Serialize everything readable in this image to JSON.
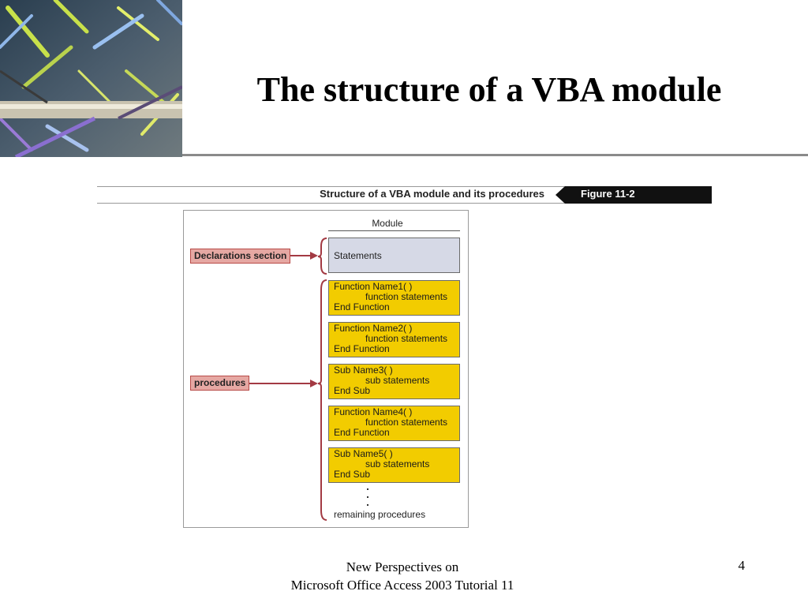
{
  "slide": {
    "title": "The structure of a VBA module",
    "page_number": "4"
  },
  "footer": {
    "line1": "New Perspectives on",
    "line2": "Microsoft Office Access 2003 Tutorial 11"
  },
  "figure": {
    "caption": "Structure of a VBA module and its procedures",
    "number": "Figure 11-2"
  },
  "diagram": {
    "module_heading": "Module",
    "statements": "Statements",
    "callouts": {
      "declarations": "Declarations section",
      "procedures": "procedures"
    },
    "procedures": [
      {
        "header": "Function Name1( )",
        "body": "function statements",
        "footer": "End Function"
      },
      {
        "header": "Function Name2( )",
        "body": "function statements",
        "footer": "End Function"
      },
      {
        "header": "Sub Name3( )",
        "body": "sub statements",
        "footer": "End Sub"
      },
      {
        "header": "Function Name4( )",
        "body": "function statements",
        "footer": "End Function"
      },
      {
        "header": "Sub Name5( )",
        "body": "sub statements",
        "footer": "End Sub"
      }
    ],
    "remaining": "remaining procedures"
  },
  "colors": {
    "procedure_fill": "#f2cc00",
    "statement_fill": "#d6d9e6",
    "callout_fill": "#e6a8a3",
    "connector": "#a33a43",
    "figure_tab": "#111111"
  }
}
